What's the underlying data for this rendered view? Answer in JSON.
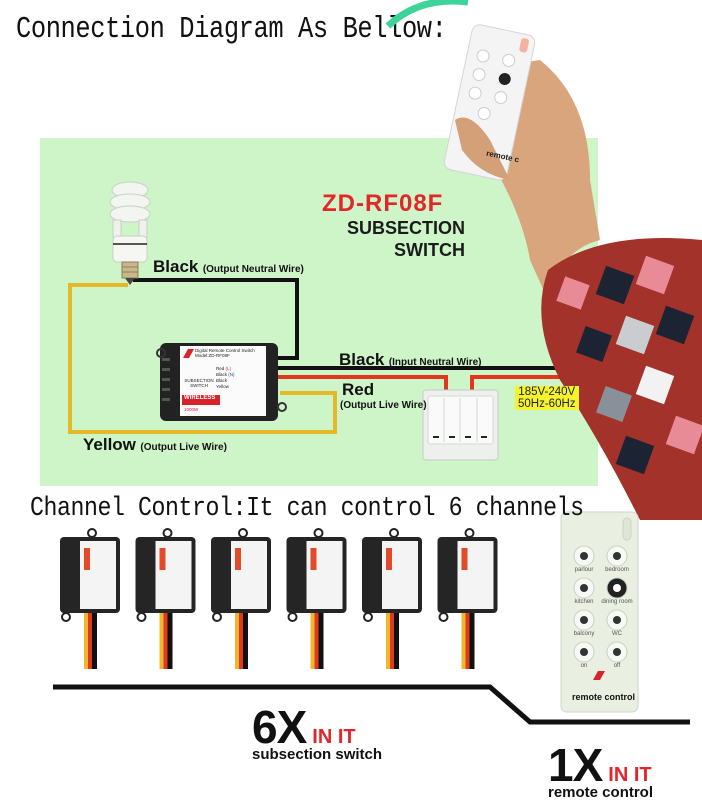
{
  "headings": {
    "connection": "Connection Diagram As Bellow:",
    "channel": "Channel Control:It can control 6 channels"
  },
  "product": {
    "model": "ZD-RF08F",
    "type_line1": "SUBSECTION",
    "type_line2": "SWITCH"
  },
  "wires": [
    {
      "color_name": "Black",
      "role": "(Output Neutral Wire)",
      "hex": "#111111"
    },
    {
      "color_name": "Black",
      "role": "(Input Neutral Wire)",
      "hex": "#111111"
    },
    {
      "color_name": "Red",
      "role": "(Output Live Wire)",
      "hex": "#e2371c"
    },
    {
      "color_name": "Yellow",
      "role": "(Output Live Wire)",
      "hex": "#e3b92a"
    }
  ],
  "power": {
    "voltage": "185V-240V",
    "frequency": "50Hz-60Hz"
  },
  "module_label": {
    "title": "Digital Remote Control Switch",
    "model": "Model:ZD-RF08F",
    "red": "Red",
    "red_tag": "(L)",
    "black": "Black",
    "black_tag": "(N)",
    "black2": "Black",
    "yellow": "Yellow",
    "switch_text1": "SUBSECTION",
    "switch_text2": "SWITCH",
    "badge": "WIRELESS",
    "power": "1000W"
  },
  "remote": {
    "buttons": [
      {
        "label": "parlour",
        "icon": "tv-icon"
      },
      {
        "label": "bedroom",
        "icon": "bed-icon"
      },
      {
        "label": "kitchen",
        "icon": "kitchen-icon"
      },
      {
        "label": "dining room",
        "icon": "dining-icon"
      },
      {
        "label": "balcony",
        "icon": "umbrella-icon"
      },
      {
        "label": "WC",
        "icon": "wc-icon"
      },
      {
        "label": "on",
        "icon": "bulb-on-icon"
      },
      {
        "label": "off",
        "icon": "bulb-off-icon"
      }
    ],
    "brand_label": "remote control",
    "hand_brand_label": "remote c"
  },
  "summary": {
    "switch_count": "6X",
    "switch_suffix": "IN IT",
    "switch_caption": "subsection switch",
    "remote_count": "1X",
    "remote_suffix": "IN IT",
    "remote_caption": "remote control"
  },
  "modules_count": 6
}
